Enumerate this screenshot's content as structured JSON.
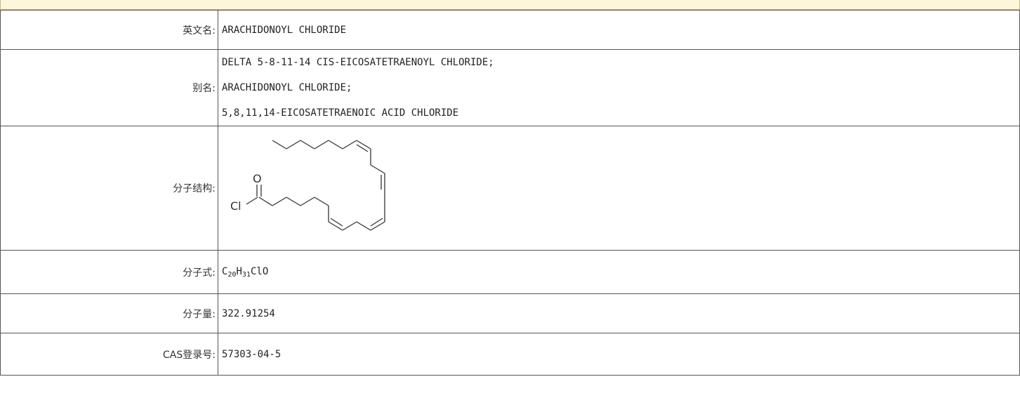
{
  "rows": {
    "english_name": {
      "label": "英文名:",
      "value": "ARACHIDONOYL CHLORIDE"
    },
    "aliases": {
      "label": "别名:",
      "values": [
        "DELTA 5-8-11-14 CIS-EICOSATETRAENOYL CHLORIDE;",
        "ARACHIDONOYL CHLORIDE;",
        "5,8,11,14-EICOSATETRAENOIC ACID CHLORIDE"
      ]
    },
    "structure": {
      "label": "分子结构:",
      "atom_labels": {
        "oxygen": "O",
        "chlorine": "Cl"
      }
    },
    "formula": {
      "label": "分子式:",
      "parts": {
        "c": "C",
        "c_count": "20",
        "h": "H",
        "h_count": "31",
        "rest": "ClO"
      }
    },
    "molecular_weight": {
      "label": "分子量:",
      "value": "322.91254"
    },
    "cas": {
      "label": "CAS登录号:",
      "value": "57303-04-5"
    }
  }
}
